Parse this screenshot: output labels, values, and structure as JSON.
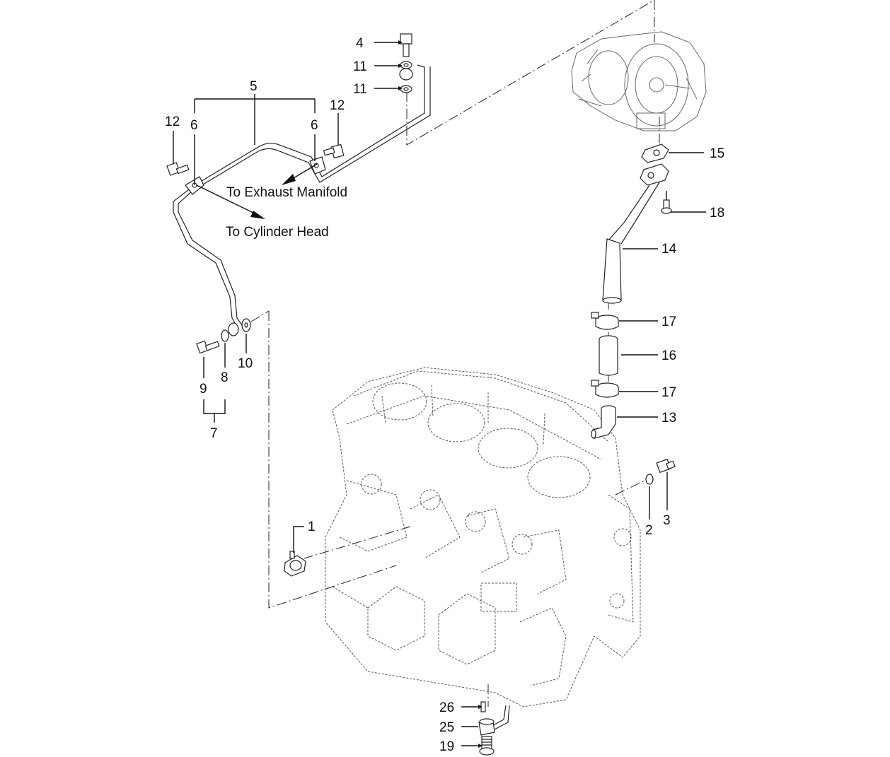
{
  "callouts": {
    "c1": "1",
    "c2": "2",
    "c3": "3",
    "c4": "4",
    "c5": "5",
    "c6a": "6",
    "c6b": "6",
    "c7": "7",
    "c8": "8",
    "c9": "9",
    "c10": "10",
    "c11a": "11",
    "c11b": "11",
    "c12a": "12",
    "c12b": "12",
    "c13": "13",
    "c14": "14",
    "c15": "15",
    "c16": "16",
    "c17a": "17",
    "c17b": "17",
    "c18": "18",
    "c19": "19",
    "c25": "25",
    "c26": "26"
  },
  "notes": {
    "exhaust": "To Exhaust Manifold",
    "cylinder": "To Cylinder Head"
  }
}
